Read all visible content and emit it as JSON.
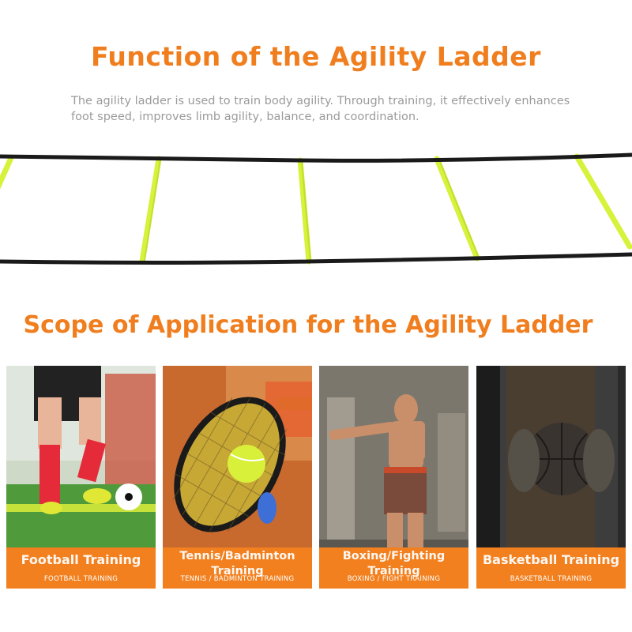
{
  "heading_function": "Function of the Agility Ladder",
  "description_line1": "The agility ladder is used to train body agility. Through training, it effectively enhances",
  "description_line2": "foot speed, improves limb agility, balance, and coordination.",
  "heading_scope": "Scope of Application for the Agility Ladder",
  "colors": {
    "accent": "#f2801f",
    "rung": "#d6f23a",
    "rope": "#1a1a1a"
  },
  "cards": [
    {
      "title": "Football Training",
      "subtitle": "FOOTBALL TRAINING"
    },
    {
      "title": "Tennis/Badminton Training",
      "subtitle": "TENNIS / BADMINTON TRAINING"
    },
    {
      "title": "Boxing/Fighting Training",
      "subtitle": "BOXING / FIGHT TRAINING"
    },
    {
      "title": "Basketball Training",
      "subtitle": "BASKETBALL TRAINING"
    }
  ]
}
